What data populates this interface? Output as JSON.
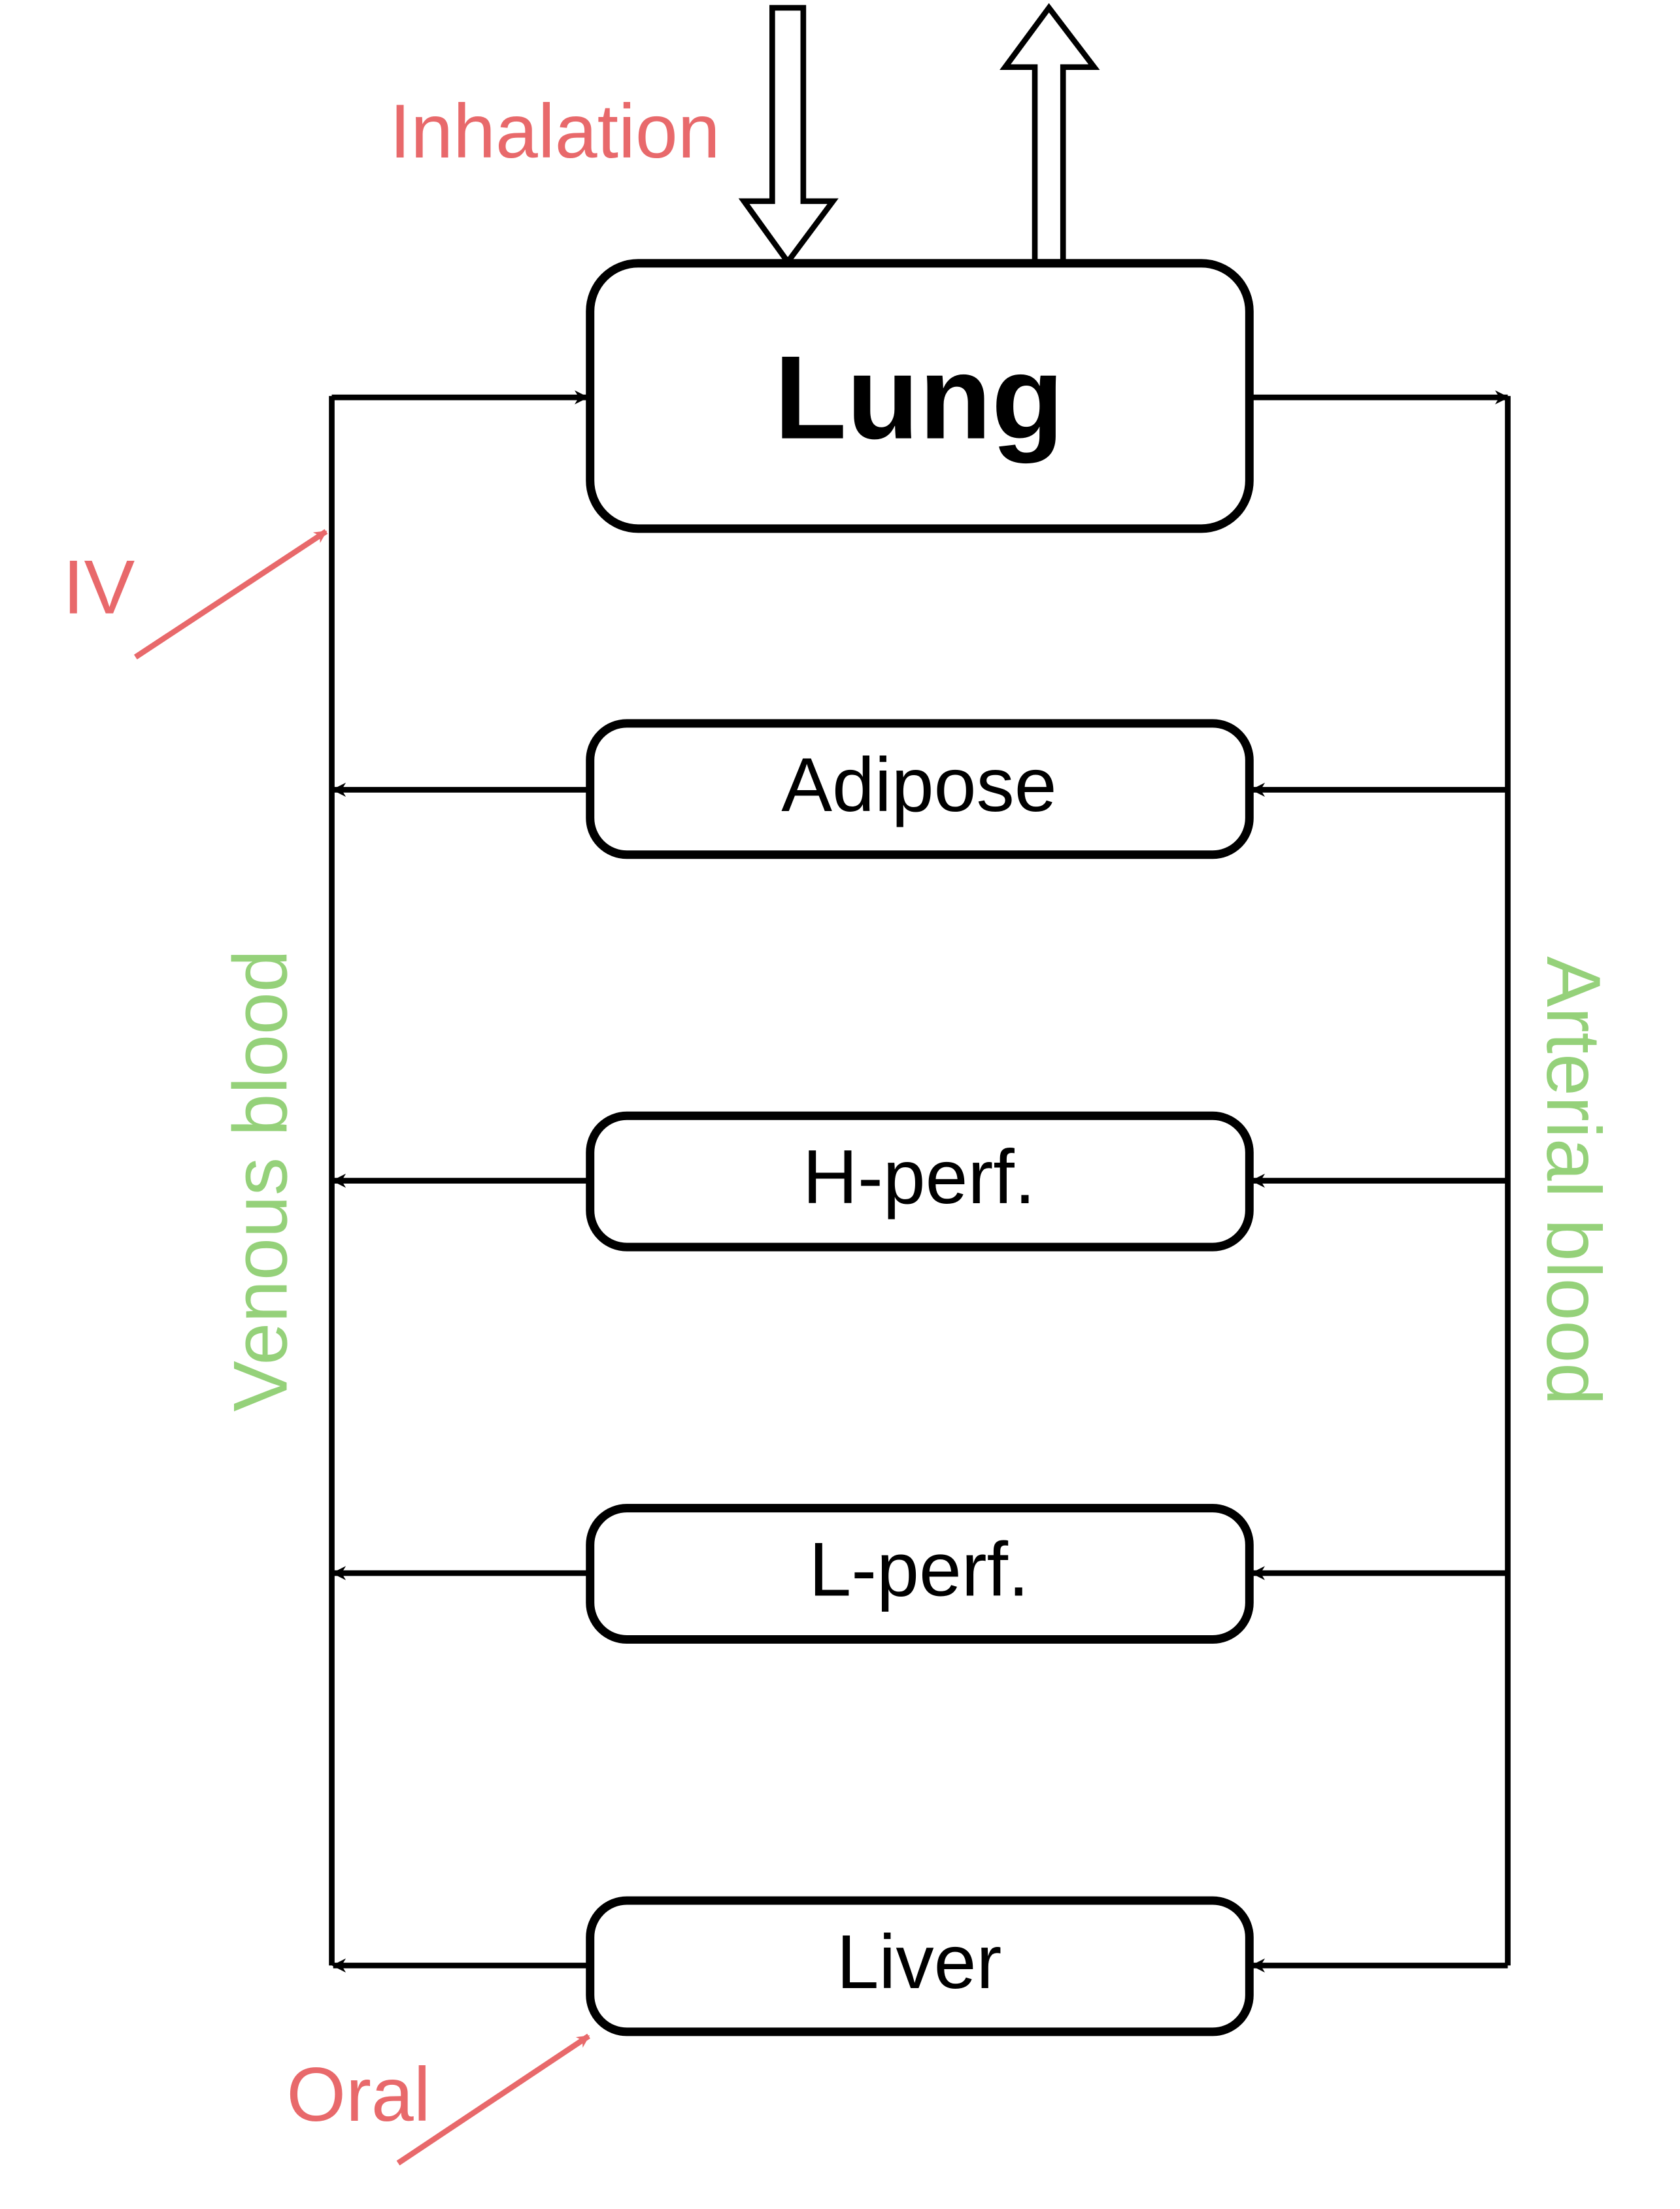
{
  "colors": {
    "line": "#000000",
    "route": "#e8696b",
    "blood": "#95d17a",
    "box_fill": "#ffffff"
  },
  "organs": {
    "lung": "Lung",
    "adipose": "Adipose",
    "hperf": "H-perf.",
    "lperf": "L-perf.",
    "liver": "Liver"
  },
  "routes": {
    "inhalation": "Inhalation",
    "iv": "IV",
    "oral": "Oral"
  },
  "blood": {
    "venous": "Venous blood",
    "arterial": "Arterial blood"
  }
}
